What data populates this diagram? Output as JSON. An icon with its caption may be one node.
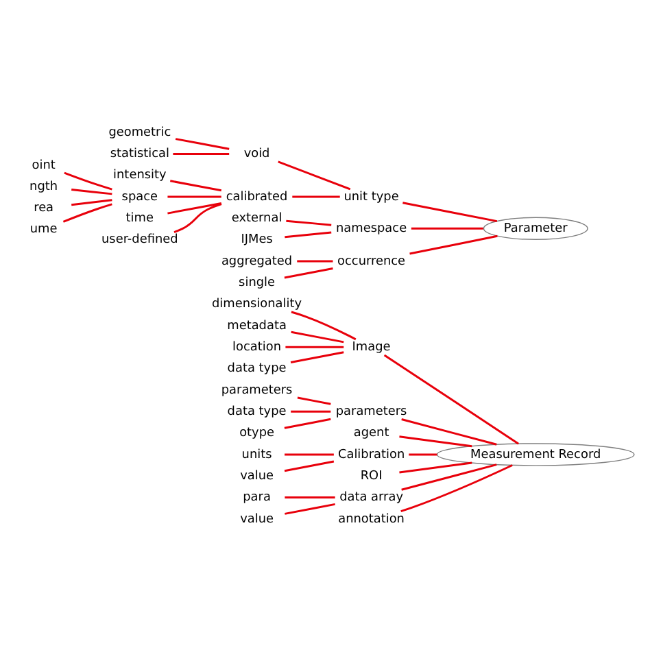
{
  "diagram": {
    "nodes": [
      {
        "text": [
          "Measurement Record"
        ]
      },
      {
        "text": [
          "Image"
        ]
      },
      {
        "text": [
          "dimensionality"
        ]
      },
      {
        "text": [
          "metadata"
        ]
      },
      {
        "text": [
          "location"
        ]
      },
      {
        "text": [
          "data type"
        ]
      },
      {
        "text": [
          "parameters"
        ]
      },
      {
        "text": [
          "parameters"
        ]
      },
      {
        "text": [
          "data type"
        ]
      },
      {
        "text": [
          "otype"
        ]
      },
      {
        "text": [
          "agent"
        ]
      },
      {
        "text": [
          "Calibration"
        ]
      },
      {
        "text": [
          "units"
        ]
      },
      {
        "text": [
          "value"
        ]
      },
      {
        "text": [
          "ROI"
        ]
      },
      {
        "text": [
          "data array"
        ]
      },
      {
        "text": [
          "para"
        ]
      },
      {
        "text": [
          "value"
        ]
      },
      {
        "text": [
          "annotation"
        ]
      },
      {
        "text": [
          "Parameter"
        ]
      },
      {
        "text": [
          "unit type"
        ]
      },
      {
        "text": [
          "void"
        ]
      },
      {
        "text": [
          "geometric"
        ]
      },
      {
        "text": [
          "statistical"
        ]
      },
      {
        "text": [
          "calibrated"
        ]
      },
      {
        "text": [
          "intensity"
        ]
      },
      {
        "text": [
          "space"
        ]
      },
      {
        "text": [
          "oint"
        ]
      },
      {
        "text": [
          "ngth"
        ]
      },
      {
        "text": [
          "rea"
        ]
      },
      {
        "text": [
          "ume"
        ]
      },
      {
        "text": [
          "time"
        ]
      },
      {
        "text": [
          "user-defined"
        ]
      },
      {
        "text": [
          "namespace"
        ]
      },
      {
        "text": [
          "external"
        ]
      },
      {
        "text": [
          "IJMes"
        ]
      },
      {
        "text": [
          "occurrence"
        ]
      },
      {
        "text": [
          "aggregated"
        ]
      },
      {
        "text": [
          "single"
        ]
      }
    ],
    "edges": [
      {
        "from": 0,
        "to": 1,
        "arrow": "none"
      },
      {
        "from": 1,
        "to": 2,
        "arrow": "none"
      },
      {
        "from": 1,
        "to": 3,
        "arrow": "none"
      },
      {
        "from": 1,
        "to": 4,
        "arrow": "none"
      },
      {
        "from": 1,
        "to": 5,
        "arrow": "none"
      },
      {
        "from": 0,
        "to": 6,
        "arrow": "none"
      },
      {
        "from": 6,
        "to": 7,
        "arrow": "none"
      },
      {
        "from": 6,
        "to": 8,
        "arrow": "none"
      },
      {
        "from": 6,
        "to": 9,
        "arrow": "none"
      },
      {
        "from": 0,
        "to": 10,
        "arrow": "none"
      },
      {
        "from": 0,
        "to": 11,
        "arrow": "none"
      },
      {
        "from": 11,
        "to": 12,
        "arrow": "none"
      },
      {
        "from": 11,
        "to": 13,
        "arrow": "none"
      },
      {
        "from": 0,
        "to": 14,
        "arrow": "none"
      },
      {
        "from": 0,
        "to": 15,
        "arrow": "none"
      },
      {
        "from": 15,
        "to": 16,
        "arrow": "none"
      },
      {
        "from": 15,
        "to": 17,
        "arrow": "none"
      },
      {
        "from": 0,
        "to": 18,
        "arrow": "none"
      },
      {
        "from": 19,
        "to": 20,
        "arrow": "none"
      },
      {
        "from": 20,
        "to": 21,
        "arrow": "none"
      },
      {
        "from": 21,
        "to": 22,
        "arrow": "none"
      },
      {
        "from": 21,
        "to": 23,
        "arrow": "none"
      },
      {
        "from": 20,
        "to": 24,
        "arrow": "none"
      },
      {
        "from": 24,
        "to": 25,
        "arrow": "none"
      },
      {
        "from": 24,
        "to": 26,
        "arrow": "none"
      },
      {
        "from": 26,
        "to": 27,
        "arrow": "none"
      },
      {
        "from": 26,
        "to": 28,
        "arrow": "none"
      },
      {
        "from": 26,
        "to": 29,
        "arrow": "none"
      },
      {
        "from": 26,
        "to": 30,
        "arrow": "none"
      },
      {
        "from": 24,
        "to": 31,
        "arrow": "none"
      },
      {
        "from": 24,
        "to": 32,
        "arrow": "none"
      },
      {
        "from": 19,
        "to": 33,
        "arrow": "none"
      },
      {
        "from": 33,
        "to": 34,
        "arrow": "none"
      },
      {
        "from": 33,
        "to": 35,
        "arrow": "none"
      },
      {
        "from": 19,
        "to": 36,
        "arrow": "none"
      },
      {
        "from": 36,
        "to": 37,
        "arrow": "none"
      },
      {
        "from": 36,
        "to": 38,
        "arrow": "none"
      }
    ]
  }
}
